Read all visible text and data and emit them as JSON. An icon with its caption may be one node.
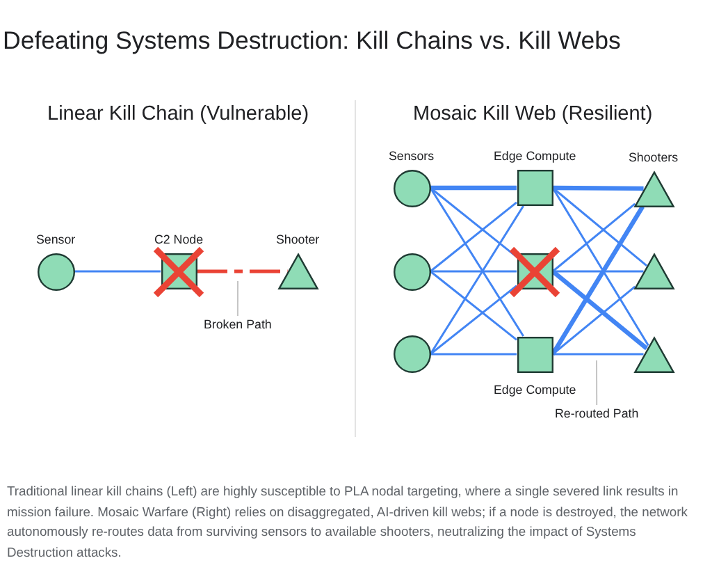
{
  "diagram": {
    "title": "Defeating Systems Destruction: Kill Chains vs. Kill Webs",
    "caption": "Traditional linear kill chains (Left) are highly susceptible to PLA nodal targeting, where a single severed link results in mission failure. Mosaic Warfare (Right) relies on disaggregated, AI-driven kill webs; if a node is destroyed, the network autonomously re-routes data from surviving sensors to available shooters, neutralizing the impact of Systems Destruction attacks.",
    "nodes": [
      {
        "text": [
          "Sensor"
        ]
      },
      {
        "text": [
          "C2 Node"
        ]
      },
      {
        "text": [
          "Shooter"
        ]
      },
      {
        "text": [
          "Broken Path"
        ]
      },
      {
        "text": [
          "Sensors"
        ]
      },
      {
        "text": [
          "Edge Compute"
        ]
      },
      {
        "text": [
          "Shooters"
        ]
      },
      {
        "text": [],
        "shape": "circle"
      },
      {
        "text": [],
        "shape": "box"
      },
      {
        "text": [],
        "shape": "triangle"
      },
      {
        "text": [],
        "shape": "circle"
      },
      {
        "text": [
          "Edge Compute"
        ]
      },
      {
        "text": [],
        "shape": "triangle"
      },
      {
        "text": [
          "Re-routed Path"
        ]
      }
    ],
    "edges": [
      {
        "from": 0,
        "to": 1,
        "arrow": "none"
      },
      {
        "from": 1,
        "to": 2,
        "arrow": "none",
        "style": "dashed",
        "color": "#ea4335"
      },
      {
        "from": 3,
        "to": null,
        "arrow": "none",
        "color": "#c4c4c4"
      },
      {
        "from": 4,
        "to": 5,
        "arrow": "none",
        "style": "thick"
      },
      {
        "from": 4,
        "to": 8,
        "arrow": "none"
      },
      {
        "from": 4,
        "to": 11,
        "arrow": "none"
      },
      {
        "from": 7,
        "to": 5,
        "arrow": "none"
      },
      {
        "from": 7,
        "to": 8,
        "arrow": "none"
      },
      {
        "from": 7,
        "to": 11,
        "arrow": "none"
      },
      {
        "from": 10,
        "to": 5,
        "arrow": "none"
      },
      {
        "from": 10,
        "to": 8,
        "arrow": "none"
      },
      {
        "from": 10,
        "to": 11,
        "arrow": "none"
      },
      {
        "from": 5,
        "to": 6,
        "arrow": "none",
        "style": "thick"
      },
      {
        "from": 5,
        "to": 9,
        "arrow": "none"
      },
      {
        "from": 5,
        "to": 12,
        "arrow": "none"
      },
      {
        "from": 8,
        "to": 6,
        "arrow": "none"
      },
      {
        "from": 8,
        "to": 9,
        "arrow": "none"
      },
      {
        "from": 8,
        "to": 12,
        "arrow": "none",
        "style": "thick"
      },
      {
        "from": 11,
        "to": 6,
        "arrow": "none",
        "style": "thick"
      },
      {
        "from": 11,
        "to": 9,
        "arrow": "none"
      },
      {
        "from": 11,
        "to": 12,
        "arrow": "none"
      },
      {
        "from": 13,
        "to": null,
        "arrow": "none",
        "color": "#c4c4c4"
      }
    ],
    "labels": [
      "Linear Kill Chain (Vulnerable)",
      "Mosaic Kill Web (Resilient)"
    ]
  }
}
